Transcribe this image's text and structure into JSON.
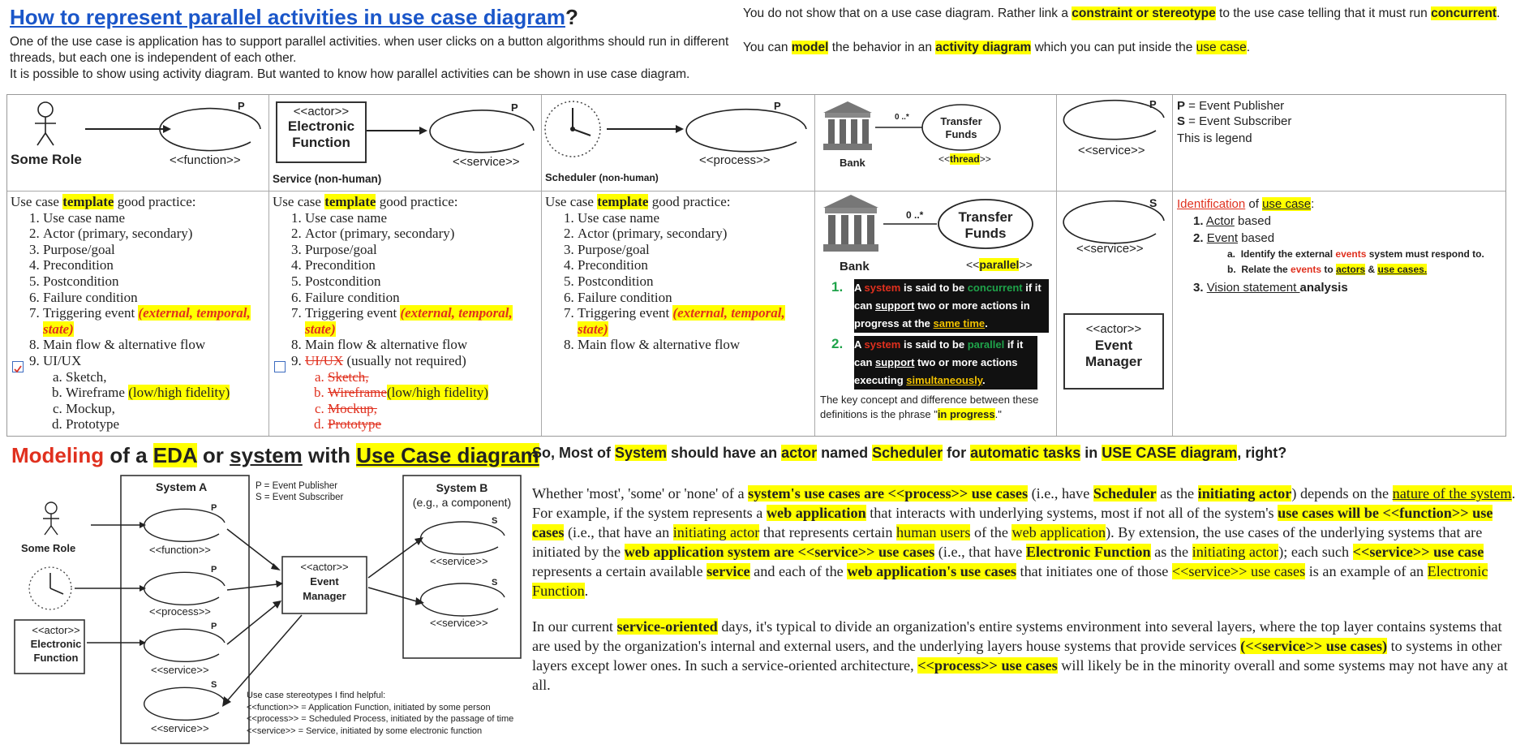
{
  "header": {
    "title_link": "How to represent parallel activities in use case diagram",
    "title_mark": "?",
    "intro_line1": "One of the use case is application has to support parallel activities. when user clicks on a button algorithms should run in different threads, but each one is independent of each other.",
    "intro_line2": "It is possible to show using activity diagram. But wanted to know how parallel activities can be shown in use case diagram.",
    "answer1_a": "You do not show that on a use case diagram. Rather link a ",
    "answer1_hl": "constraint or stereotype",
    "answer1_b": "  to the use case telling that it must run ",
    "answer1_hl2": "concurrent",
    "answer1_c": ".",
    "answer2_a": "You can ",
    "answer2_hl1": "model",
    "answer2_b": " the behavior in an ",
    "answer2_hl2": "activity diagram",
    "answer2_c": " which you can put inside the ",
    "answer2_hl3": "use case",
    "answer2_d": "."
  },
  "row1": {
    "c1": {
      "role": "Some Role",
      "p": "P",
      "stereo": "<<function>>"
    },
    "c2": {
      "actor": "<<actor>>",
      "name1": "Electronic",
      "name2": "Function",
      "p": "P",
      "stereo": "<<service>>",
      "caption": "Service (non-human)"
    },
    "c3": {
      "p": "P",
      "stereo": "<<process>>",
      "caption_a": "Scheduler ",
      "caption_b": "(non-human)"
    },
    "c4": {
      "mult": "0 ..*",
      "uc1": "Transfer",
      "uc2": "Funds",
      "bank": "Bank",
      "stereo_a": "<<",
      "stereo_hl": "thread",
      "stereo_b": ">>"
    },
    "c5": {
      "p": "P",
      "stereo": "<<service>>"
    },
    "c6": {
      "l1a": "P",
      "l1b": " = Event Publisher",
      "l2a": "S",
      "l2b": " = Event Subscriber",
      "l3": "This is legend"
    }
  },
  "template": {
    "lead": "Use case ",
    "lead_hl": "template",
    "lead_end": " good practice:",
    "items": [
      "Use case name",
      "Actor (primary, secondary)",
      "Purpose/goal",
      "Precondition",
      "Postcondition",
      "Failure condition",
      "Triggering event "
    ],
    "trigger_note": "(external, temporal, state)",
    "flow": "Main flow & alternative flow",
    "uiux": "UI/UX",
    "uiux_note": " (usually not required)",
    "sub": [
      "Sketch,",
      "Wireframe ",
      "Mockup,",
      "Prototype"
    ],
    "fidelity": "(low/high fidelity)",
    "sub_plain": [
      "Sketch,",
      "Wireframe",
      "Mockup,",
      "Prototype"
    ]
  },
  "row2c4": {
    "mult": "0 ..*",
    "uc1": "Transfer",
    "uc2": "Funds",
    "bank": "Bank",
    "st_a": "<<",
    "st_hl": "parallel",
    "st_b": ">>",
    "n1": "1.",
    "n2": "2.",
    "d1": [
      "A ",
      "system",
      " is said to be ",
      "concurrent",
      " if it can ",
      "support",
      " two or more actions in progress at the ",
      "same time",
      "."
    ],
    "d2": [
      "A ",
      "system",
      " is said to be ",
      "parallel",
      " if it can ",
      "support",
      " two or more actions executing ",
      "simultaneously",
      "."
    ],
    "key": "The key concept and difference  between these definitions is the phrase \"",
    "key_hl": "in progress",
    "key_end": ".\""
  },
  "row2c5": {
    "s": "S",
    "stereo": "<<service>>",
    "actor": "<<actor>>",
    "n1": "Event",
    "n2": "Manager"
  },
  "row2c6": {
    "id_a": "Identification",
    "id_b": " of ",
    "id_c": "use case",
    "id_d": ":",
    "i1a": "Actor",
    "i1b": " based",
    "i2a": "Event",
    "i2b": " based",
    "sa1": "Identify the external ",
    "sa2": "events",
    "sa3": " system must respond to.",
    "sb1": "Relate the ",
    "sb2": "events",
    "sb3": " to ",
    "sb4": "actors",
    "sb5": " & ",
    "sb6": "use cases.",
    "i3a": "Vision statement ",
    "i3b": "analysis"
  },
  "bottom": {
    "t1": "Modeling",
    "t2": " of a ",
    "t3": "EDA",
    "t4": " or ",
    "t5": "system",
    "t6": " with ",
    "t7": "Use Case diagram",
    "q": [
      "So, Most of ",
      "System",
      " should have an ",
      "actor",
      " named ",
      "Scheduler",
      " for ",
      "automatic tasks",
      " in ",
      "USE CASE diagram",
      ", right?"
    ]
  },
  "eda": {
    "sysA": "System A",
    "sysB1": "System B",
    "sysB2": "(e.g., a component)",
    "legend1": "P = Event Publisher",
    "legend2": "S = Event Subscriber",
    "role": "Some Role",
    "p": "P",
    "s": "S",
    "f": "<<function>>",
    "pr": "<<process>>",
    "sv": "<<service>>",
    "actor": "<<actor>>",
    "ef1": "Electronic",
    "ef2": "Function",
    "em1": "Event",
    "em2": "Manager",
    "notes": [
      "Use case stereotypes I find helpful:",
      "<<function>> = Application Function, initiated by some person",
      "<<process>> = Scheduled Process, initiated by the passage of time",
      "<<service>> = Service, initiated by some electronic function"
    ]
  },
  "para1": [
    [
      "",
      "Whether 'most', 'some' or 'none' of a "
    ],
    [
      "hlb",
      "system's use cases are <<process>> use cases"
    ],
    [
      "",
      " (i.e., have "
    ],
    [
      "hlb",
      "Scheduler"
    ],
    [
      "",
      " as the "
    ],
    [
      "hlb",
      "initiating actor"
    ],
    [
      "",
      ") depends on the "
    ],
    [
      "hlu",
      "nature of the system"
    ],
    [
      "",
      ". For example, if the system represents a "
    ],
    [
      "hlb",
      "web application"
    ],
    [
      "",
      " that interacts with underlying systems, most if not all of the system's "
    ],
    [
      "hlb",
      "use cases will be <<function>> use cases"
    ],
    [
      "",
      " (i.e., that have an "
    ],
    [
      "hl",
      "initiating actor"
    ],
    [
      "",
      " that represents certain "
    ],
    [
      "hl",
      "human users"
    ],
    [
      "",
      " of the "
    ],
    [
      "hl",
      "web application"
    ],
    [
      "",
      "). By extension, the use cases of the underlying systems that are initiated by the "
    ],
    [
      "hlb",
      "web application system are <<service>> use cases"
    ],
    [
      "",
      " (i.e., that have "
    ],
    [
      "hlb",
      "Electronic Function"
    ],
    [
      "",
      " as the "
    ],
    [
      "hl",
      "initiating actor"
    ],
    [
      "",
      "); each such "
    ],
    [
      "hlb",
      "<<service>> use case"
    ],
    [
      "",
      " represents a certain available "
    ],
    [
      "hlb",
      "service"
    ],
    [
      "",
      " and each of the "
    ],
    [
      "hlb",
      "web application's use cases"
    ],
    [
      "",
      " that initiates one of those "
    ],
    [
      "hl",
      "<<service>> use cases"
    ],
    [
      "",
      " is an example of an "
    ],
    [
      "hl",
      "Electronic Function"
    ],
    [
      "",
      "."
    ]
  ],
  "para2": [
    [
      "",
      "In our current "
    ],
    [
      "hlb",
      "service-oriented"
    ],
    [
      "",
      " days, it's typical to divide an organization's entire systems environment into several layers, where the top layer contains systems that are used by the organization's internal and external users, and the underlying layers house systems that provide services "
    ],
    [
      "hlb",
      "(<<service>> use cases)"
    ],
    [
      "",
      " to systems in other layers except lower ones. In such a service-oriented architecture, "
    ],
    [
      "hlb",
      "<<process>> use cases"
    ],
    [
      "",
      " will likely be in the minority overall and some systems may not have any at all."
    ]
  ]
}
